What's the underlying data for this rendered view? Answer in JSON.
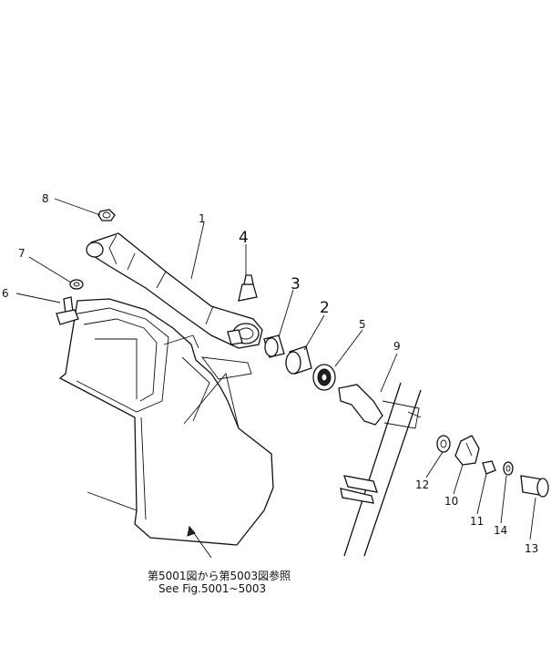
{
  "part_labels": {
    "p1": "1",
    "p2": "2",
    "p3": "3",
    "p4": "4",
    "p5": "5",
    "p6": "6",
    "p7": "7",
    "p8": "8",
    "p9": "9",
    "p10": "10",
    "p11": "11",
    "p12": "12",
    "p13": "13",
    "p14": "14"
  },
  "caption": {
    "line1": "第5001図から第5003図参照",
    "line2": "See Fig.5001~5003"
  }
}
